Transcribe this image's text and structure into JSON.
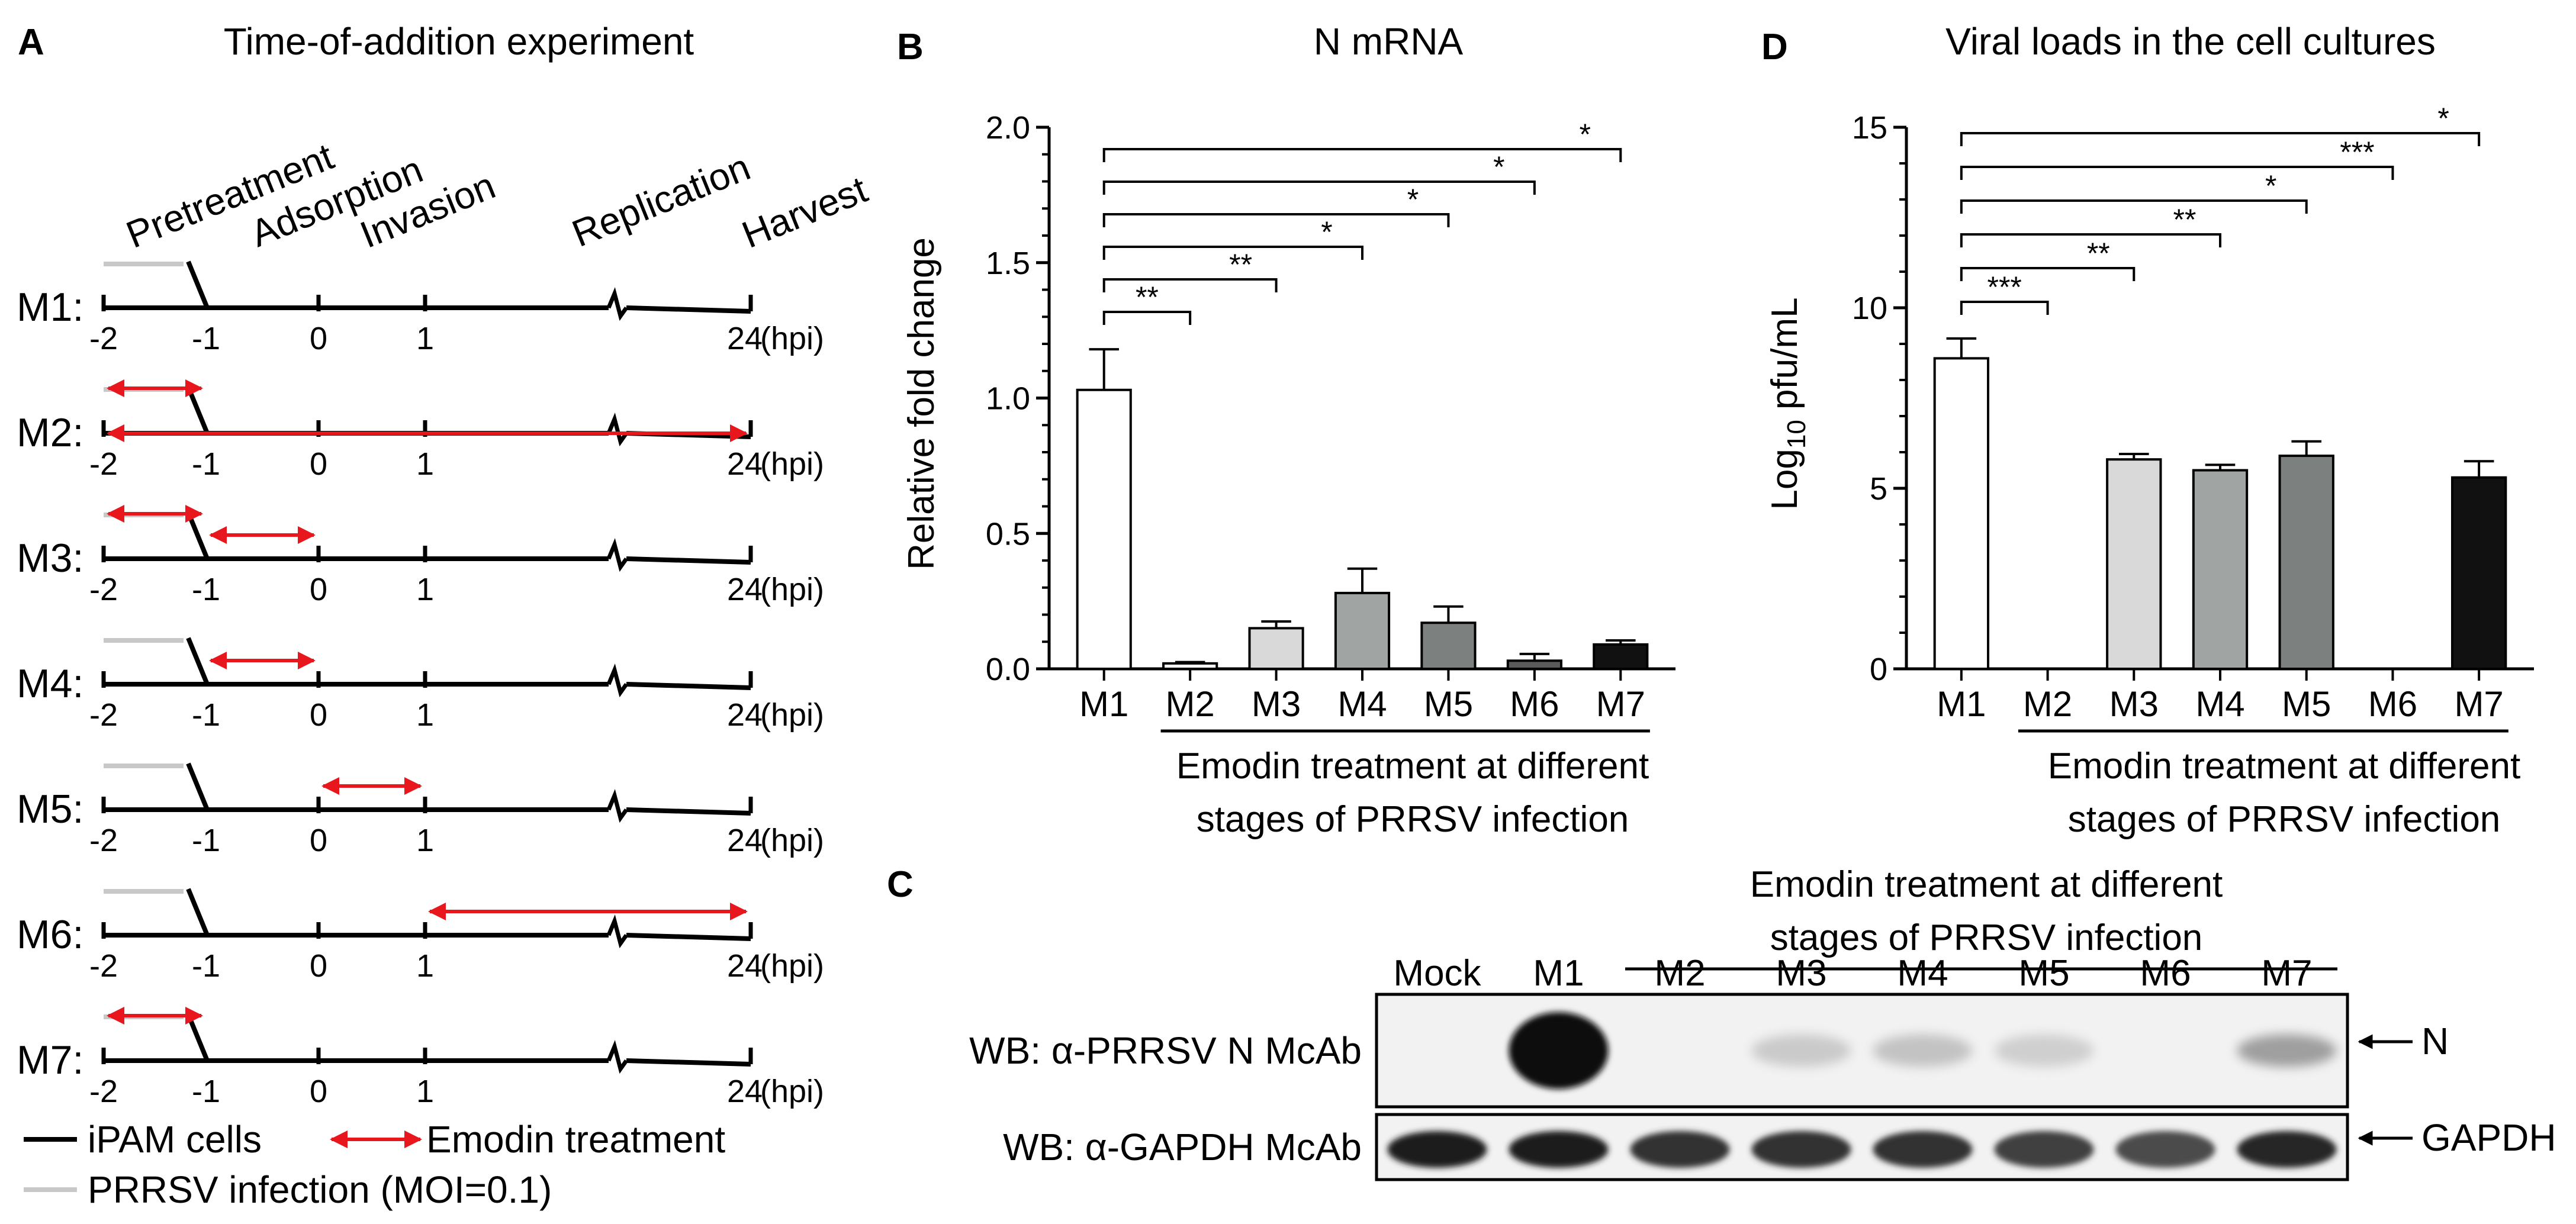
{
  "panel_a": {
    "letter": "A",
    "title": "Time-of-addition experiment",
    "stages": [
      "Pretreatment",
      "Adsorption",
      "Invasion",
      "Replication",
      "Harvest"
    ],
    "rows": [
      {
        "label": "M1:",
        "treat": []
      },
      {
        "label": "M2:",
        "treat": [
          [
            -2,
            -1
          ],
          [
            -2,
            24
          ]
        ]
      },
      {
        "label": "M3:",
        "treat": [
          [
            -2,
            -1
          ],
          [
            -1,
            0
          ]
        ]
      },
      {
        "label": "M4:",
        "treat": [
          [
            -1,
            0
          ]
        ]
      },
      {
        "label": "M5:",
        "treat": [
          [
            0,
            1
          ]
        ]
      },
      {
        "label": "M6:",
        "treat": [
          [
            1,
            24
          ]
        ]
      },
      {
        "label": "M7:",
        "treat": [
          [
            -2,
            -1
          ]
        ]
      }
    ],
    "time_labels": [
      "-2",
      "-1",
      "0",
      "1",
      "24"
    ],
    "hpi": "(hpi)",
    "legend": {
      "cells": "iPAM cells",
      "emodin": "Emodin treatment",
      "prrsv": "PRRSV infection (MOI=0.1)"
    },
    "colors": {
      "cells": "#000000",
      "emodin": "#e8171d",
      "prrsv": "#c8c8c8"
    }
  },
  "panel_b": {
    "letter": "B",
    "chart_data": {
      "type": "bar",
      "title": "N mRNA",
      "ylabel": "Relative fold change",
      "xlabel": "Emodin treatment at different stages of PRRSV infection",
      "xlabel_lines": [
        "Emodin treatment at different",
        "stages of PRRSV infection"
      ],
      "categories": [
        "M1",
        "M2",
        "M3",
        "M4",
        "M5",
        "M6",
        "M7"
      ],
      "values": [
        1.03,
        0.02,
        0.15,
        0.28,
        0.17,
        0.03,
        0.09
      ],
      "errors": [
        0.15,
        0.005,
        0.025,
        0.09,
        0.06,
        0.025,
        0.015
      ],
      "ylim": [
        0,
        2.0
      ],
      "yticks": [
        "0.0",
        "0.5",
        "1.0",
        "1.5",
        "2.0"
      ],
      "bar_colors": [
        "#ffffff",
        "#ffffff",
        "#d9d9d9",
        "#a0a4a3",
        "#7c807f",
        "#5a5a5a",
        "#111111"
      ],
      "significance": [
        {
          "to": "M2",
          "label": "**"
        },
        {
          "to": "M3",
          "label": "**"
        },
        {
          "to": "M4",
          "label": "*"
        },
        {
          "to": "M5",
          "label": "*"
        },
        {
          "to": "M6",
          "label": "*"
        },
        {
          "to": "M7",
          "label": "*"
        }
      ]
    }
  },
  "panel_d": {
    "letter": "D",
    "chart_data": {
      "type": "bar",
      "title": "Viral loads in the cell cultures",
      "ylabel_main": "Log",
      "ylabel_sub": "10",
      "ylabel_rest": " pfu/mL",
      "xlabel": "Emodin treatment at different stages of PRRSV infection",
      "xlabel_lines": [
        "Emodin treatment at different",
        "stages of PRRSV infection"
      ],
      "categories": [
        "M1",
        "M2",
        "M3",
        "M4",
        "M5",
        "M6",
        "M7"
      ],
      "values": [
        8.6,
        0,
        5.8,
        5.5,
        5.9,
        0,
        5.3
      ],
      "errors": [
        0.55,
        0,
        0.15,
        0.15,
        0.4,
        0,
        0.45
      ],
      "ylim": [
        0,
        15
      ],
      "yticks": [
        "0",
        "5",
        "10",
        "15"
      ],
      "bar_colors": [
        "#ffffff",
        "#ffffff",
        "#d9d9d9",
        "#a0a4a3",
        "#7c807f",
        "#5a5a5a",
        "#111111"
      ],
      "significance": [
        {
          "to": "M2",
          "label": "***"
        },
        {
          "to": "M3",
          "label": "**"
        },
        {
          "to": "M4",
          "label": "**"
        },
        {
          "to": "M5",
          "label": "*"
        },
        {
          "to": "M6",
          "label": "***"
        },
        {
          "to": "M7",
          "label": "*"
        }
      ]
    }
  },
  "panel_c": {
    "letter": "C",
    "header_lines": [
      "Emodin treatment at different",
      "stages of PRRSV infection"
    ],
    "lanes": [
      "Mock",
      "M1",
      "M2",
      "M3",
      "M4",
      "M5",
      "M6",
      "M7"
    ],
    "rows": [
      {
        "label": "WB: α-PRRSV N McAb",
        "marker": "N",
        "intensity": [
          0,
          1.0,
          0,
          0.22,
          0.25,
          0.2,
          0,
          0.4
        ]
      },
      {
        "label": "WB: α-GAPDH McAb",
        "marker": "GAPDH",
        "intensity": [
          0.95,
          0.95,
          0.85,
          0.85,
          0.85,
          0.8,
          0.75,
          0.9
        ]
      }
    ]
  }
}
